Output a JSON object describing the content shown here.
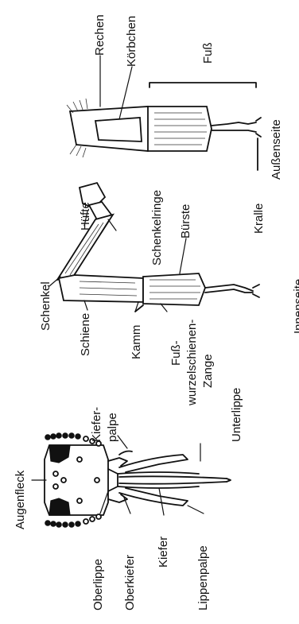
{
  "diagram": {
    "labels": {
      "augenfleck": "Augenfleck",
      "oberlippe": "Oberlippe",
      "oberkiefer": "Oberkiefer",
      "kiefer": "Kiefer",
      "lippenpalpe": "Lippenpalpe",
      "kieferpalpe_1": "Kiefer-",
      "kieferpalpe_2": "palpe",
      "unterlippe": "Unterlippe",
      "schenkel": "Schenkel",
      "schiene": "Schiene",
      "kamm": "Kamm",
      "fuss_zange_1": "Fuß-",
      "fuss_zange_2": "wurzelschienen-",
      "fuss_zange_3": "Zange",
      "huefte": "Hüfte",
      "schenkelringe": "Schenkelringe",
      "buerste": "Bürste",
      "kralle": "Kralle",
      "innenseite": "Innenseite",
      "rechen": "Rechen",
      "koerbchen": "Körbchen",
      "fuss": "Fuß",
      "aussenseite": "Außenseite"
    }
  }
}
